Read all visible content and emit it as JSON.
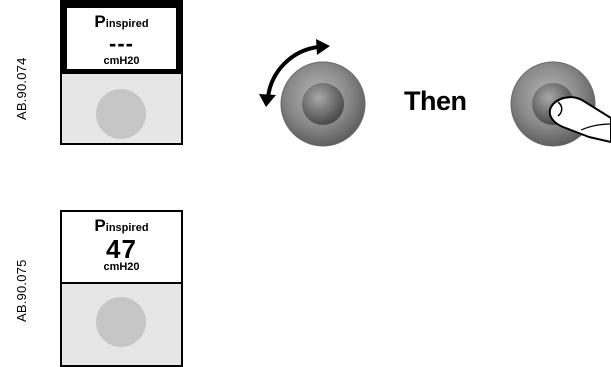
{
  "figures": [
    {
      "code": "AB.90.074",
      "parameter_main": "P",
      "parameter_sub": "inspired",
      "value": "---",
      "unit": "cmH20"
    },
    {
      "code": "AB.90.075",
      "parameter_main": "P",
      "parameter_sub": "inspired",
      "value": "47",
      "unit": "cmH20"
    }
  ],
  "instruction": {
    "then_label": "Then",
    "step1_icon": "rotate-knob-icon",
    "step2_icon": "press-knob-icon"
  },
  "colors": {
    "panel_fill": "#e6e6e6",
    "dot_fill": "#c6c6c6",
    "knob_fill": "#8c8c8c"
  }
}
